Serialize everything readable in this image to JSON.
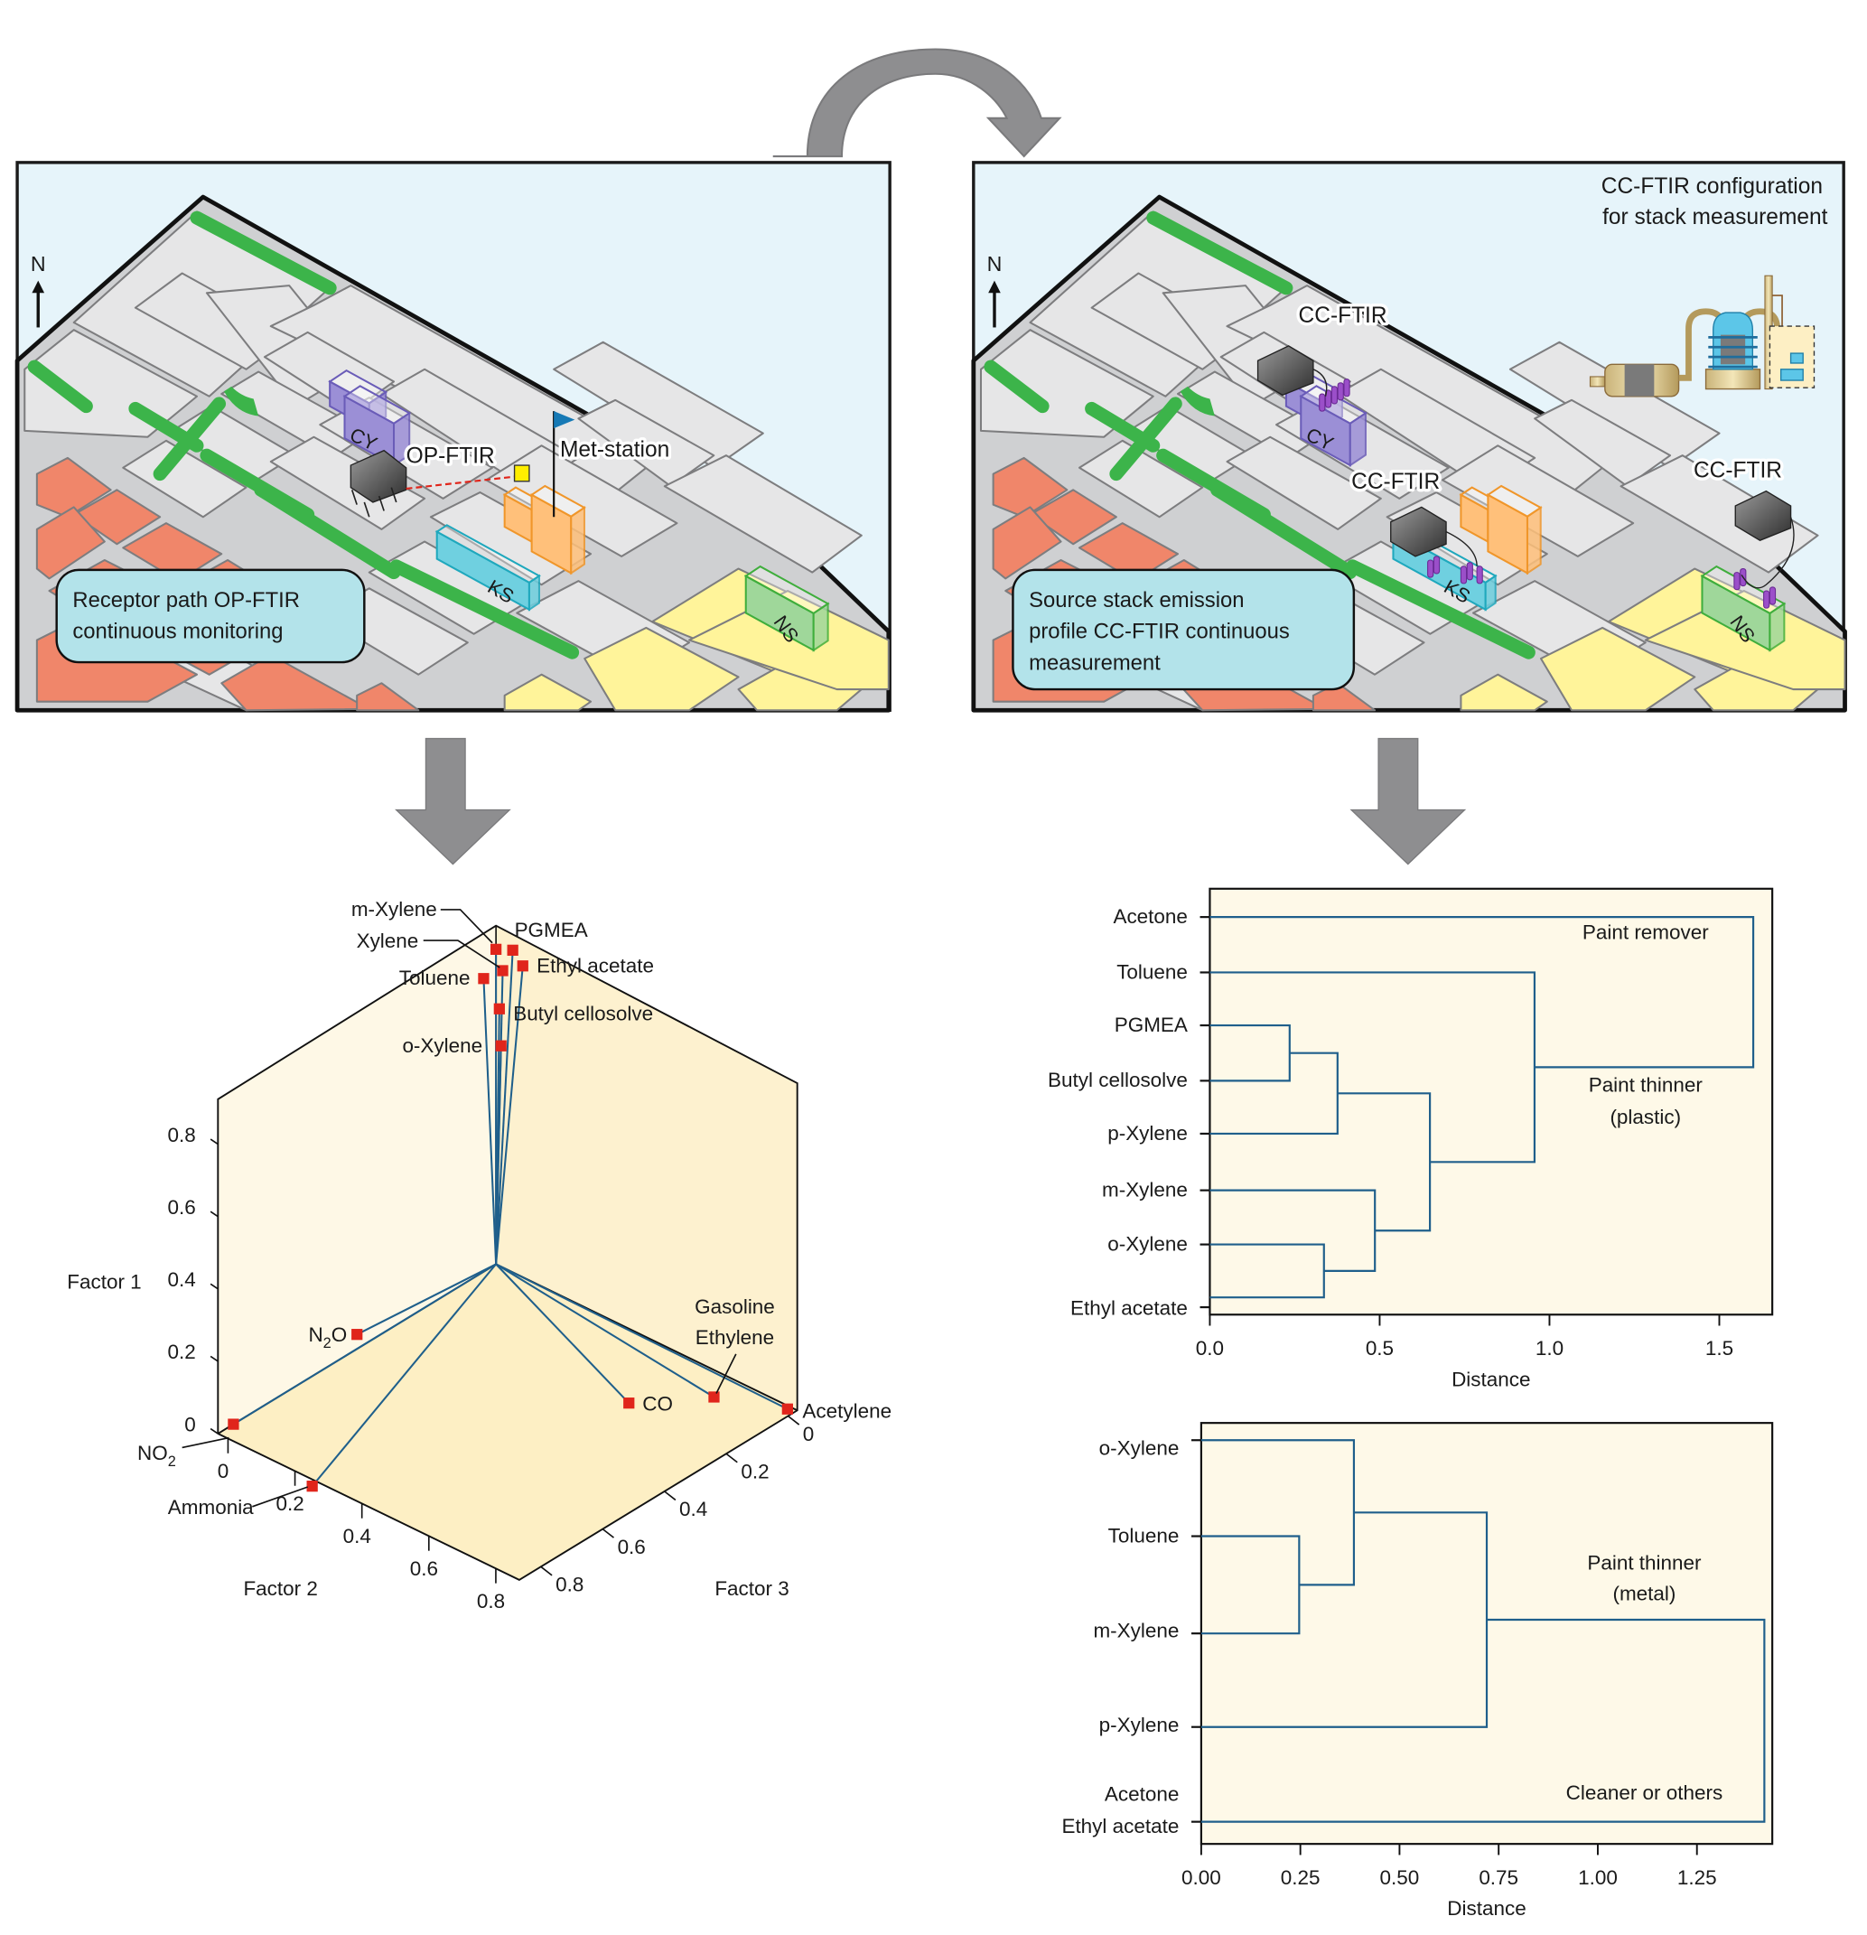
{
  "figure": {
    "flow_arrows": [
      "curved-arrow-left-to-right",
      "down-arrow-left",
      "down-arrow-right"
    ]
  },
  "left_panel": {
    "north_label": "N",
    "instrument_label": "OP-FTIR",
    "met_station_label": "Met-station",
    "buildings": [
      "CY",
      "KS",
      "NS"
    ],
    "info_box": [
      "Receptor path OP-FTIR",
      "continuous monitoring"
    ]
  },
  "right_panel": {
    "north_label": "N",
    "config_title": [
      "CC-FTIR configuration",
      "for stack measurement"
    ],
    "instrument_labels": [
      "CC-FTIR",
      "CC-FTIR",
      "CC-FTIR"
    ],
    "buildings": [
      "CY",
      "KS",
      "NS"
    ],
    "info_box": [
      "Source stack emission",
      "profile CC-FTIR continuous",
      "measurement"
    ]
  },
  "colors": {
    "sky": "#e6f4fa",
    "road": "#cfd0d2",
    "block": "#e6e6e7",
    "green_strip": "#3cb44a",
    "residential": "#f0866a",
    "industrial_yellow": "#fff49a",
    "cy_building": "#9b8fd6",
    "ks_building": "#6fd0e0",
    "ns_building": "#9fd79a",
    "met_building": "#ffc07a",
    "info_box": "#b3e3ea",
    "arrow_gray": "#8e8e90",
    "chart_bg": "#fef9e8",
    "chart_floor": "#fdefc4",
    "dendro_line": "#1f5f8b",
    "marker_red": "#e0251b"
  },
  "chart_data": [
    {
      "type": "scatter",
      "title": "",
      "subtype": "3d-factor-loadings",
      "axes": {
        "factor1": {
          "label": "Factor 1",
          "ticks": [
            "0",
            "0.2",
            "0.4",
            "0.6",
            "0.8"
          ],
          "range": [
            0,
            0.9
          ]
        },
        "factor2": {
          "label": "Factor 2",
          "ticks": [
            "0",
            "0.2",
            "0.4",
            "0.6",
            "0.8"
          ],
          "range": [
            0,
            0.9
          ]
        },
        "factor3": {
          "label": "Factor 3",
          "ticks": [
            "0",
            "0.2",
            "0.4",
            "0.6",
            "0.8"
          ],
          "range": [
            0,
            0.9
          ]
        }
      },
      "points": [
        {
          "name": "m-Xylene",
          "f1": 0.87,
          "f2": 0.0,
          "f3": 0.0
        },
        {
          "name": "PGMEA",
          "f1": 0.89,
          "f2": 0.05,
          "f3": 0.0
        },
        {
          "name": "Xylene",
          "f1": 0.82,
          "f2": 0.02,
          "f3": 0.0
        },
        {
          "name": "Ethyl acetate",
          "f1": 0.86,
          "f2": 0.08,
          "f3": 0.0
        },
        {
          "name": "Toluene",
          "f1": 0.81,
          "f2": 0.0,
          "f3": 0.04
        },
        {
          "name": "Butyl cellosolve",
          "f1": 0.71,
          "f2": 0.01,
          "f3": 0.0
        },
        {
          "name": "o-Xylene",
          "f1": 0.61,
          "f2": 0.015,
          "f3": 0.0
        },
        {
          "name": "N2O",
          "f1": 0.04,
          "f2": 0.0,
          "f3": 0.45
        },
        {
          "name": "NO2",
          "f1": 0.0,
          "f2": 0.0,
          "f3": 0.85
        },
        {
          "name": "Ammonia",
          "f1": 0.0,
          "f2": 0.3,
          "f3": 0.92
        },
        {
          "name": "CO",
          "f1": 0.0,
          "f2": 0.6,
          "f3": 0.22
        },
        {
          "name": "Gasoline Ethylene",
          "f1": 0.0,
          "f2": 0.725,
          "f3": 0.08
        },
        {
          "name": "Acetylene",
          "f1": 0.0,
          "f2": 0.88,
          "f3": 0.01
        }
      ],
      "point_labels": {
        "m-Xylene": "m-Xylene",
        "PGMEA": "PGMEA",
        "Xylene": "Xylene",
        "Ethyl acetate": "Ethyl acetate",
        "Toluene": "Toluene",
        "Butyl cellosolve": "Butyl cellosolve",
        "o-Xylene": "o-Xylene",
        "N2O": "N2O",
        "NO2": "NO2",
        "Ammonia": "Ammonia",
        "CO": "CO",
        "Gasoline": "Gasoline",
        "Ethylene": "Ethylene",
        "Acetylene": "Acetylene"
      }
    },
    {
      "type": "dendrogram",
      "title": "",
      "xlabel": "Distance",
      "xlim": [
        0,
        1.656
      ],
      "xticks": [
        "0.0",
        "0.5",
        "1.0",
        "1.5"
      ],
      "xtick_values": [
        0,
        0.5,
        1.0,
        1.5
      ],
      "leaves": [
        "Acetone",
        "Toluene",
        "PGMEA",
        "Butyl cellosolve",
        "p-Xylene",
        "m-Xylene",
        "o-Xylene",
        "Ethyl acetate"
      ],
      "merges": [
        {
          "members": [
            "PGMEA",
            "Butyl cellosolve"
          ],
          "distance": 0.235
        },
        {
          "members": [
            "PGMEA+Butyl cellosolve",
            "p-Xylene"
          ],
          "distance": 0.376
        },
        {
          "members": [
            "o-Xylene",
            "Ethyl acetate"
          ],
          "distance": 0.336
        },
        {
          "members": [
            "m-Xylene",
            "o-Xylene+Ethyl acetate"
          ],
          "distance": 0.486
        },
        {
          "members": [
            "cluster A",
            "cluster B"
          ],
          "distance": 0.648
        },
        {
          "members": [
            "Toluene",
            "cluster AB"
          ],
          "distance": 0.956
        },
        {
          "members": [
            "Acetone",
            "all others"
          ],
          "distance": 1.6
        }
      ],
      "annotations": [
        "Paint remover",
        "Paint thinner",
        "(plastic)"
      ]
    },
    {
      "type": "dendrogram",
      "title": "",
      "xlabel": "Distance",
      "xlim": [
        0,
        1.44
      ],
      "xticks": [
        "0.00",
        "0.25",
        "0.50",
        "0.75",
        "1.00",
        "1.25"
      ],
      "xtick_values": [
        0,
        0.25,
        0.5,
        0.75,
        1.0,
        1.25
      ],
      "leaves": [
        "o-Xylene",
        "Toluene",
        "m-Xylene",
        "p-Xylene",
        "Acetone / Ethyl acetate"
      ],
      "leaf_labels": [
        "o-Xylene",
        "Toluene",
        "m-Xylene",
        "p-Xylene",
        "Acetone",
        "Ethyl acetate"
      ],
      "merges": [
        {
          "members": [
            "Toluene",
            "m-Xylene"
          ],
          "distance": 0.247
        },
        {
          "members": [
            "o-Xylene",
            "Toluene+m-Xylene"
          ],
          "distance": 0.385
        },
        {
          "members": [
            "cluster",
            "p-Xylene"
          ],
          "distance": 0.72
        },
        {
          "members": [
            "cluster",
            "Acetone / Ethyl acetate"
          ],
          "distance": 1.42
        }
      ],
      "annotations": [
        "Paint thinner",
        "(metal)",
        "Cleaner or others"
      ]
    }
  ]
}
